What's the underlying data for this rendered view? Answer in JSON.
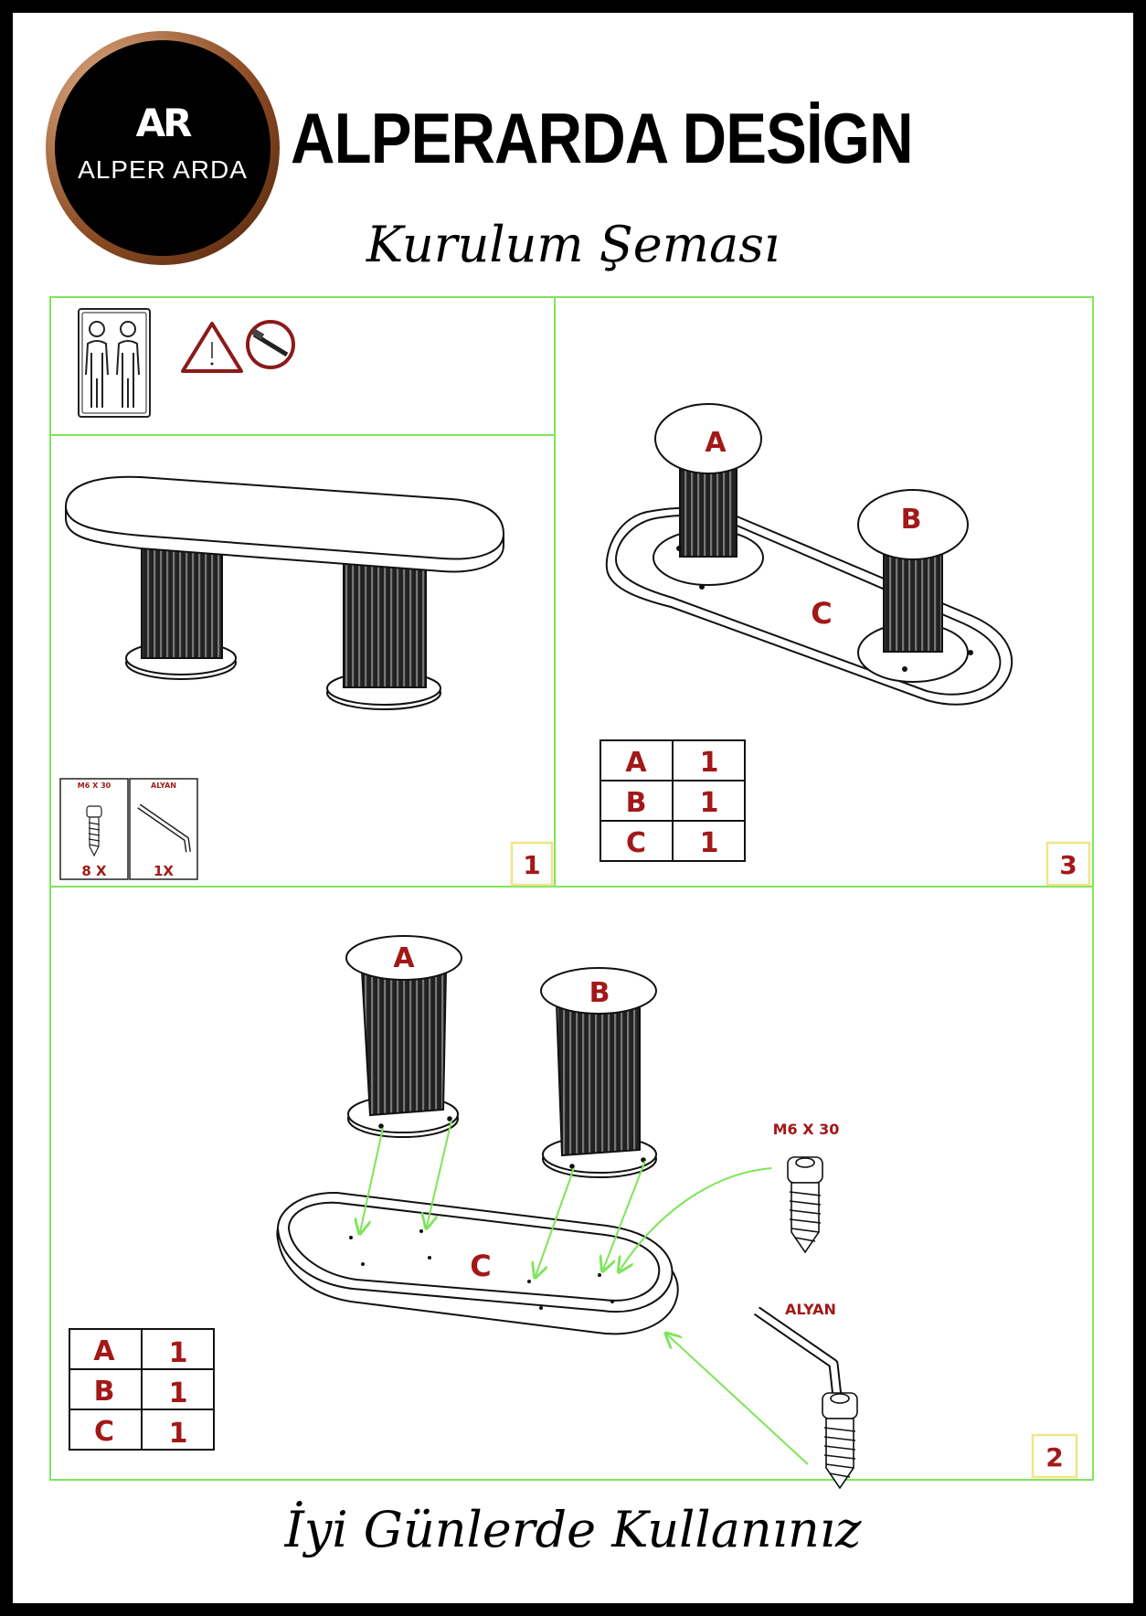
{
  "brand": {
    "logo_mark": "AR",
    "logo_text": "ALPER ARDA",
    "name": "ALPERARDA DESİGN"
  },
  "subtitle": "Kurulum Şeması",
  "footer": "İyi Günlerde Kullanınız",
  "colors": {
    "frame_green": "#7ee55a",
    "label_red": "#a31818",
    "step_box": "#f0e58a",
    "warning_red": "#8b1a1a"
  },
  "panel1": {
    "icons": [
      "two-persons-icon",
      "warning-triangle-icon",
      "screwdriver-prohibited-icon"
    ],
    "step_number": "1",
    "hardware": [
      {
        "label": "M6 X 30",
        "qty": "8 X",
        "icon": "screw-icon"
      },
      {
        "label": "ALYAN",
        "qty": "1X",
        "icon": "allen-key-icon"
      }
    ]
  },
  "panel3": {
    "step_number": "3",
    "labels": {
      "a": "A",
      "b": "B",
      "c": "C"
    },
    "parts_table": [
      [
        "A",
        "1"
      ],
      [
        "B",
        "1"
      ],
      [
        "C",
        "1"
      ]
    ]
  },
  "panel2": {
    "step_number": "2",
    "labels": {
      "a": "A",
      "b": "B",
      "c": "C"
    },
    "screw_label": "M6 X 30",
    "key_label": "ALYAN",
    "parts_table": [
      [
        "A",
        "1"
      ],
      [
        "B",
        "1"
      ],
      [
        "C",
        "1"
      ]
    ]
  }
}
